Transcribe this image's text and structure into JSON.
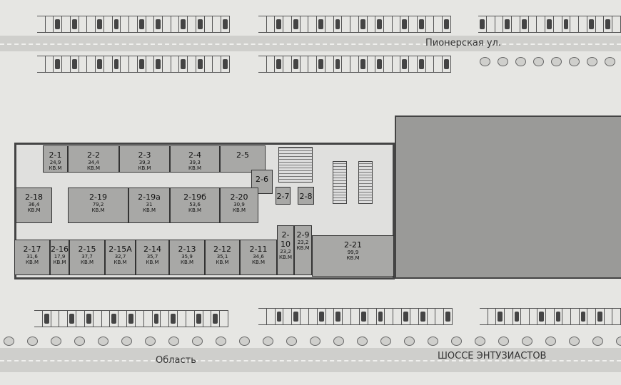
{
  "streets": {
    "top": "Пионерская ул.",
    "bottom_left": "Область",
    "bottom_right": "ШОССЕ ЭНТУЗИАСТОВ"
  },
  "unit_suffix": "КВ.М",
  "units": [
    {
      "id": "2-1",
      "area": "24,9"
    },
    {
      "id": "2-2",
      "area": "34,4"
    },
    {
      "id": "2-3",
      "area": "39,3"
    },
    {
      "id": "2-4",
      "area": "39,3"
    },
    {
      "id": "2-5",
      "area": ""
    },
    {
      "id": "2-6",
      "area": ""
    },
    {
      "id": "2-7",
      "area": ""
    },
    {
      "id": "2-8",
      "area": ""
    },
    {
      "id": "2-18",
      "area": "36,4"
    },
    {
      "id": "2-19",
      "area": "79,2"
    },
    {
      "id": "2-19а",
      "area": "31"
    },
    {
      "id": "2-19б",
      "area": "53,6"
    },
    {
      "id": "2-20",
      "area": "30,9"
    },
    {
      "id": "2-17",
      "area": "31,6"
    },
    {
      "id": "2-16",
      "area": "17,9"
    },
    {
      "id": "2-15",
      "area": "37,7"
    },
    {
      "id": "2-15А",
      "area": "32,7"
    },
    {
      "id": "2-14",
      "area": "35,7"
    },
    {
      "id": "2-13",
      "area": "35,9"
    },
    {
      "id": "2-12",
      "area": "35,1"
    },
    {
      "id": "2-11",
      "area": "34,6"
    },
    {
      "id": "2-10",
      "area": "23,2"
    },
    {
      "id": "2-9",
      "area": "23,2"
    },
    {
      "id": "2-21",
      "area": "99,9"
    }
  ],
  "colors": {
    "unit": "#a8a8a6",
    "anchor": "#9a9a98",
    "background": "#e6e6e3"
  }
}
